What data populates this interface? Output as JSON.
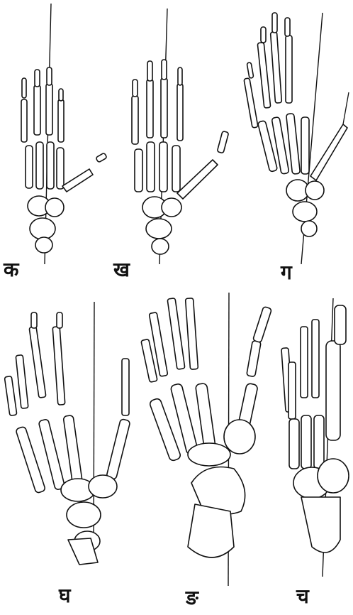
{
  "labels": {
    "a": "क",
    "b": "ख",
    "c": "ग",
    "d": "घ",
    "e": "ङ",
    "f": "च"
  }
}
